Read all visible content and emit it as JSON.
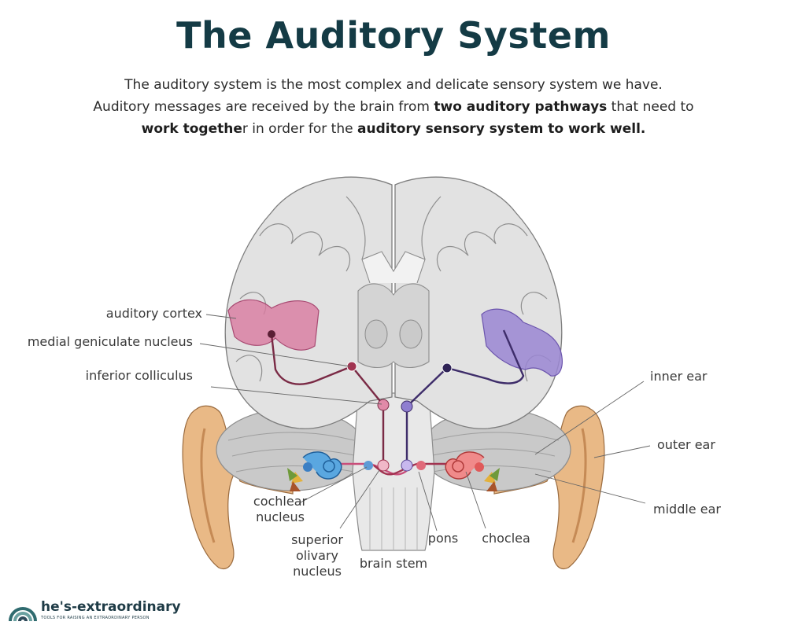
{
  "title": "The Auditory System",
  "intro": {
    "line1": "The auditory system is the most complex and delicate sensory system we have.",
    "line2_pre": "Auditory messages are received by the brain from ",
    "line2_bold": "two auditory pathways",
    "line2_post": " that need to",
    "line3_bold1": "work togethe",
    "line3_mid": "r in order for the ",
    "line3_bold2": "auditory sensory system to work well."
  },
  "labels": {
    "auditory_cortex": "auditory cortex",
    "medial_geniculate": "medial geniculate nucleus",
    "inferior_colliculus": "inferior colliculus",
    "inner_ear": "inner ear",
    "outer_ear": "outer ear",
    "middle_ear": "middle ear",
    "cochlear_nucleus_1": "cochlear",
    "cochlear_nucleus_2": "nucleus",
    "superior_olivary_1": "superior",
    "superior_olivary_2": "olivary",
    "superior_olivary_3": "nucleus",
    "brain_stem": "brain stem",
    "pons": "pons",
    "choclea": "choclea"
  },
  "colors": {
    "title": "#143b45",
    "left_pathway": "#c94e7a",
    "right_pathway": "#7a5bb8",
    "brain_fill": "#e2e2e2",
    "ear_fill": "#e9b986"
  },
  "logo": {
    "name": "he's-extraordinary",
    "tagline": "TOOLS FOR RAISING AN EXTRAORDINARY PERSON"
  }
}
